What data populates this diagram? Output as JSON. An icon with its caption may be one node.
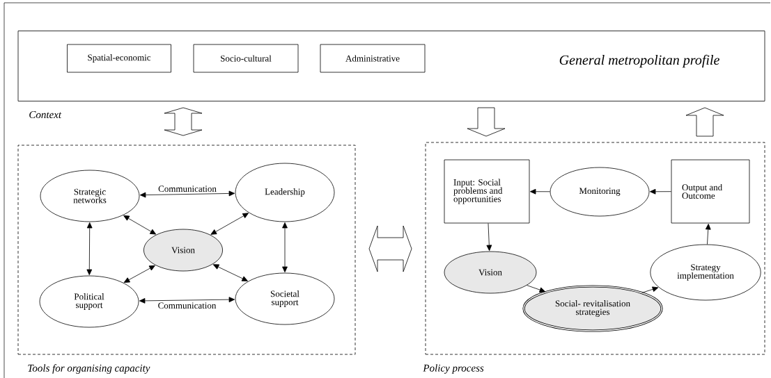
{
  "diagram": {
    "nodes": [
      {
        "text": [
          "General metropolitan profile",
          "Context"
        ]
      },
      {
        "text": [
          "Spatial-economic"
        ],
        "in": 0
      },
      {
        "text": [
          "Socio-cultural"
        ],
        "in": 0
      },
      {
        "text": [
          "Administrative"
        ],
        "in": 0
      },
      {
        "text": [
          "Tools for organising capacity"
        ]
      },
      {
        "text": [
          "Strategic networks"
        ],
        "in": 4
      },
      {
        "text": [
          "Leadership"
        ],
        "in": 4
      },
      {
        "text": [
          "Vision"
        ],
        "in": 4
      },
      {
        "text": [
          "Political support"
        ],
        "in": 4
      },
      {
        "text": [
          "Societal support"
        ],
        "in": 4
      },
      {
        "text": [
          "Policy process"
        ]
      },
      {
        "text": [
          "Input: Social problems and opportunities"
        ],
        "in": 10
      },
      {
        "text": [
          "Monitoring"
        ],
        "in": 10
      },
      {
        "text": [
          "Output and Outcome"
        ],
        "in": 10
      },
      {
        "text": [
          "Vision"
        ],
        "in": 10
      },
      {
        "text": [
          "Social- revitalisation strategies"
        ],
        "in": 10
      },
      {
        "text": [
          "Strategy implementation"
        ],
        "in": 10
      }
    ],
    "edges": [
      {
        "from": 0,
        "to": 4,
        "arrow": "both"
      },
      {
        "from": 0,
        "to": 10,
        "arrow": "to"
      },
      {
        "from": 10,
        "to": 0,
        "arrow": "to"
      },
      {
        "from": 4,
        "to": 10,
        "arrow": "both"
      },
      {
        "from": 5,
        "to": 6,
        "arrow": "both",
        "label": "Communication"
      },
      {
        "from": 5,
        "to": 7,
        "arrow": "both"
      },
      {
        "from": 6,
        "to": 7,
        "arrow": "both"
      },
      {
        "from": 5,
        "to": 8,
        "arrow": "both"
      },
      {
        "from": 6,
        "to": 9,
        "arrow": "both"
      },
      {
        "from": 7,
        "to": 8,
        "arrow": "both"
      },
      {
        "from": 7,
        "to": 9,
        "arrow": "both"
      },
      {
        "from": 8,
        "to": 9,
        "arrow": "both",
        "label": "Communication"
      },
      {
        "from": 12,
        "to": 11,
        "arrow": "to"
      },
      {
        "from": 13,
        "to": 12,
        "arrow": "to"
      },
      {
        "from": 11,
        "to": 14,
        "arrow": "to"
      },
      {
        "from": 14,
        "to": 15,
        "arrow": "to"
      },
      {
        "from": 15,
        "to": 16,
        "arrow": "to"
      },
      {
        "from": 16,
        "to": 13,
        "arrow": "to"
      }
    ]
  }
}
